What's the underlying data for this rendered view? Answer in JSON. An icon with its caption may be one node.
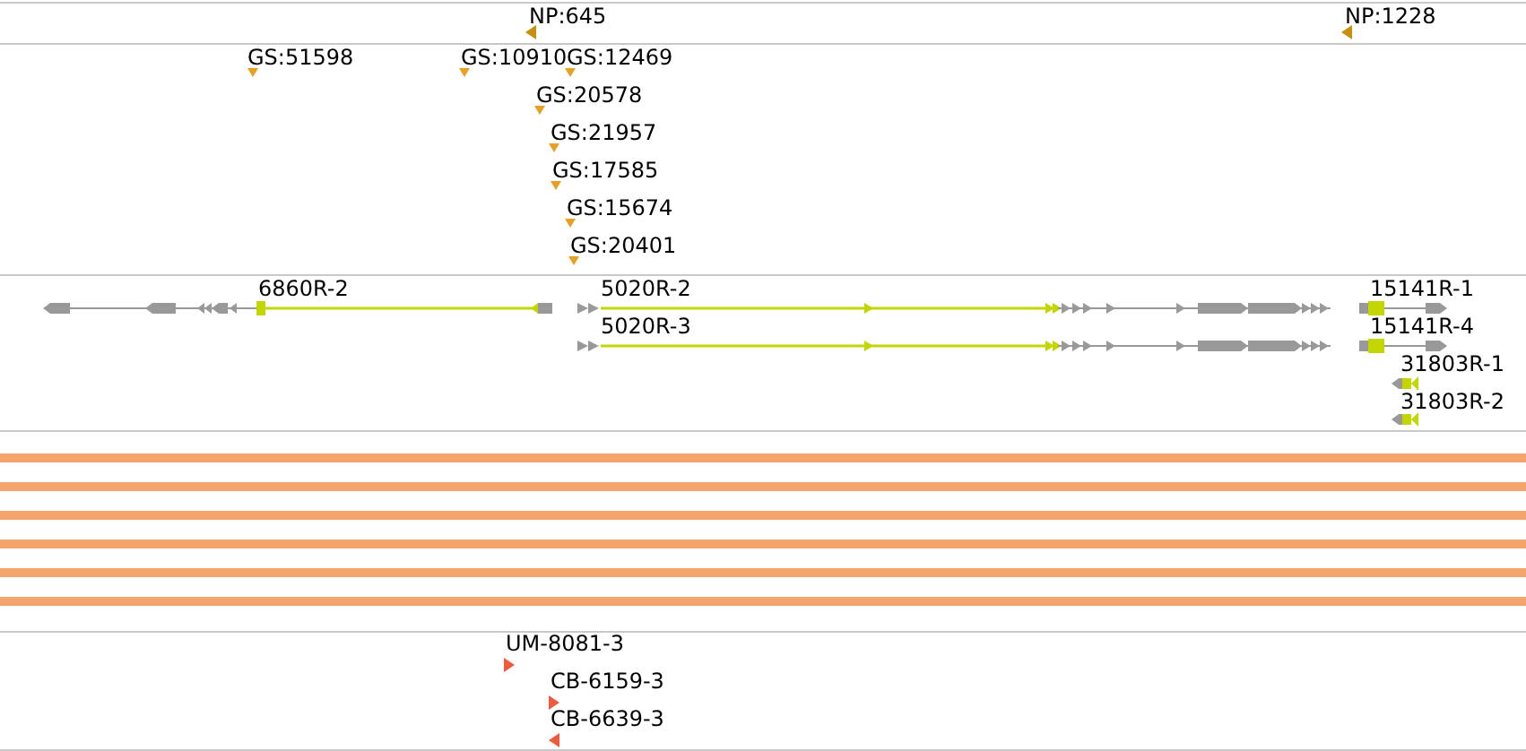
{
  "diagram": {
    "labels": [
      "NP:645",
      "NP:1228",
      "GS:51598",
      "GS:10910",
      "GS:12469",
      "GS:20578",
      "GS:21957",
      "GS:17585",
      "GS:15674",
      "GS:20401",
      "6860R-2",
      "5020R-2",
      "5020R-3",
      "15141R-1",
      "15141R-4",
      "31803R-1",
      "31803R-2",
      "UM-8081-3",
      "CB-6159-3",
      "CB-6639-3"
    ]
  }
}
